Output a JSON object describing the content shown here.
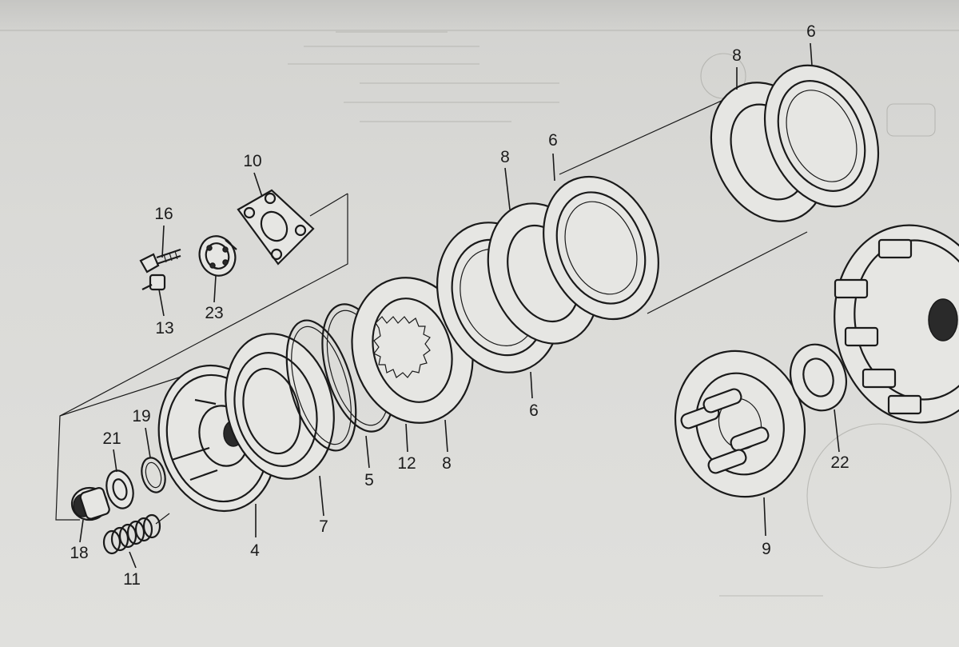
{
  "parts": {
    "p16": "16",
    "p13": "13",
    "p23": "23",
    "p10": "10",
    "p21": "21",
    "p19": "19",
    "p18": "18",
    "p11": "11",
    "p4": "4",
    "p7": "7",
    "p5": "5",
    "p12": "12",
    "p8a": "8",
    "p6a": "6",
    "p8b": "8",
    "p6b": "6",
    "p8c": "8",
    "p6c": "6",
    "p9": "9",
    "p22": "22"
  }
}
